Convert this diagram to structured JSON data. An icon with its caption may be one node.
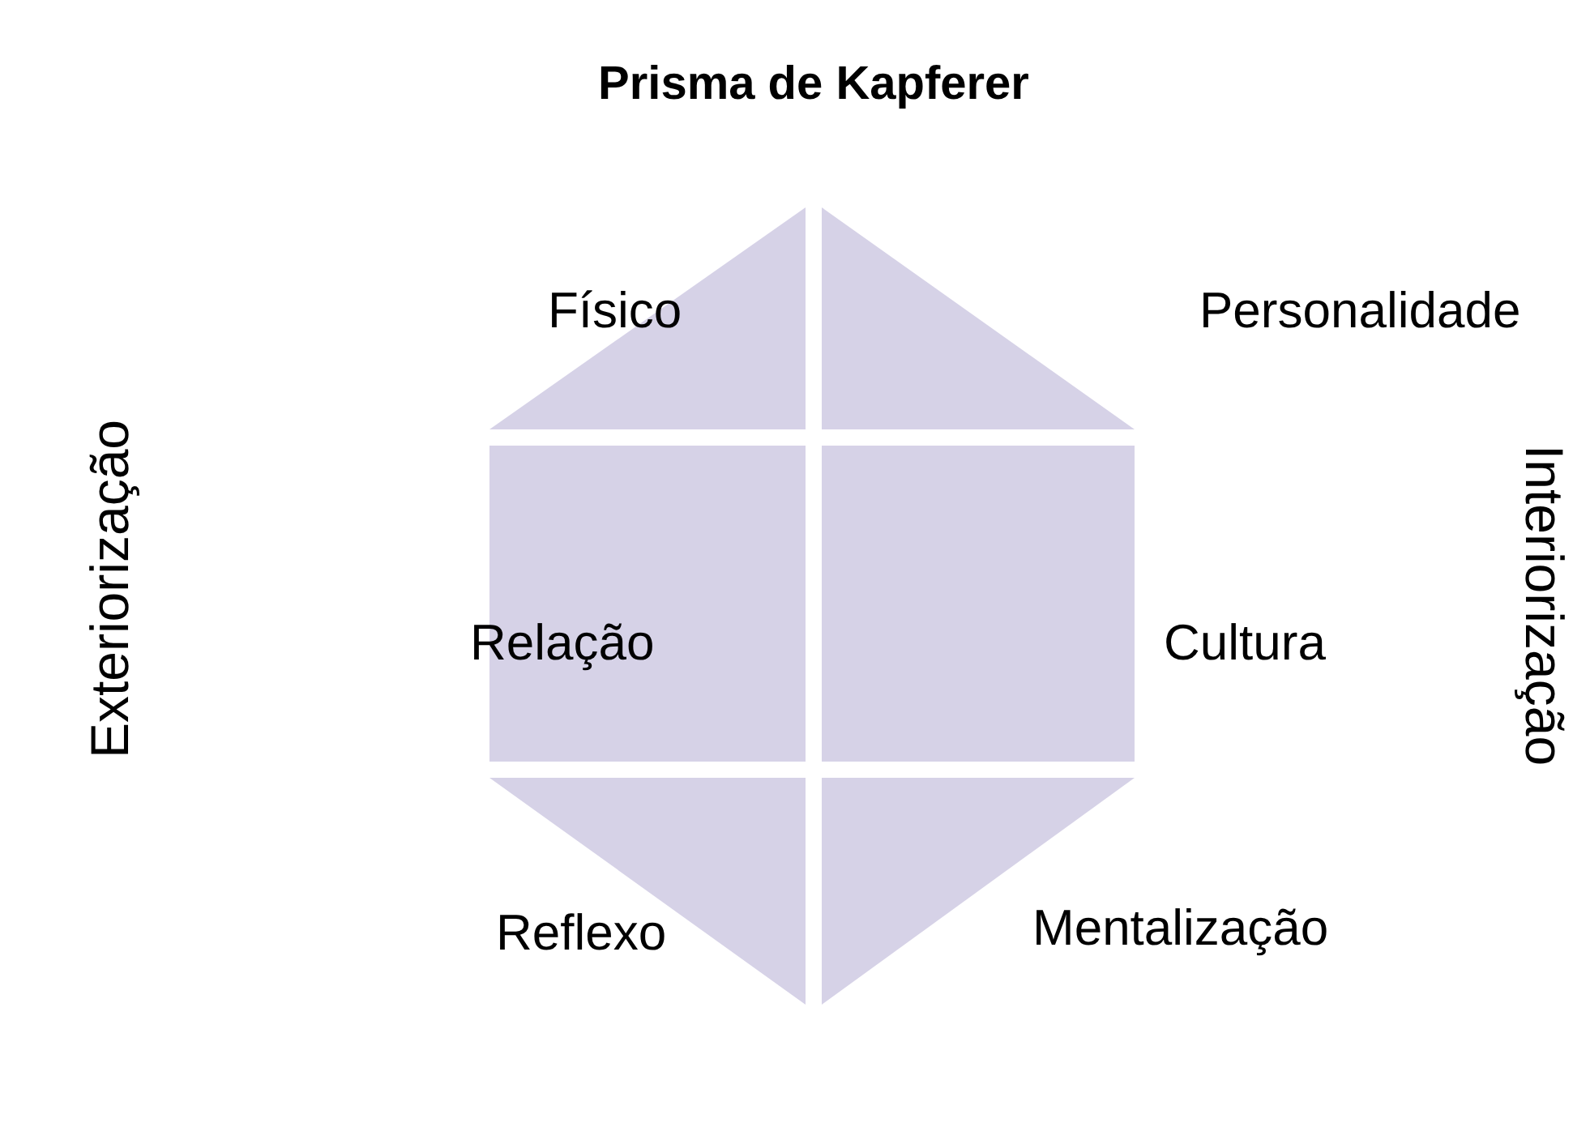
{
  "diagram": {
    "title": "Prisma de Kapferer",
    "nodes": [
      {
        "text": [
          "Físico"
        ]
      },
      {
        "text": [
          "Personalidade"
        ]
      },
      {
        "text": [
          "Relação"
        ]
      },
      {
        "text": [
          "Cultura"
        ]
      },
      {
        "text": [
          "Reflexo"
        ]
      },
      {
        "text": [
          "Mentalização"
        ]
      }
    ],
    "labels": [
      "Exteriorização",
      "Interiorização"
    ]
  }
}
